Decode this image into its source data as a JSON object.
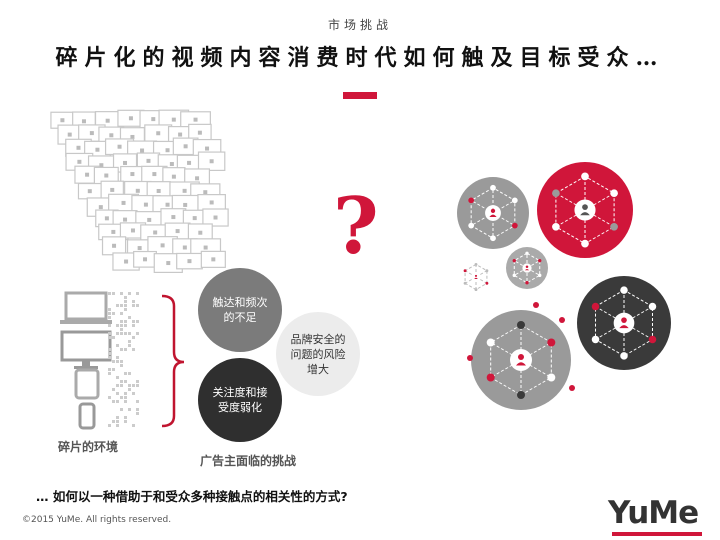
{
  "header": {
    "subtitle": "市场挑战",
    "title": "碎片化的视频内容消费时代如何触及目标受众…"
  },
  "question_mark": "?",
  "environment": {
    "label": "碎片的环境"
  },
  "challenges": {
    "label": "广告主面临的挑战",
    "items": [
      "触达和频次的不足",
      "品牌安全的问题的风险增大",
      "关注度和接受度弱化"
    ]
  },
  "footer": {
    "question": "… 如何以一种借助于和受众多种接触点的相关性的方式?",
    "copyright": "©2015 YuMe. All rights reserved.",
    "logo": "YuMe"
  },
  "colors": {
    "accent": "#d0163a",
    "dark": "#2f2f2f",
    "mid_gray": "#7b7b7b",
    "light_gray": "#ececec"
  }
}
